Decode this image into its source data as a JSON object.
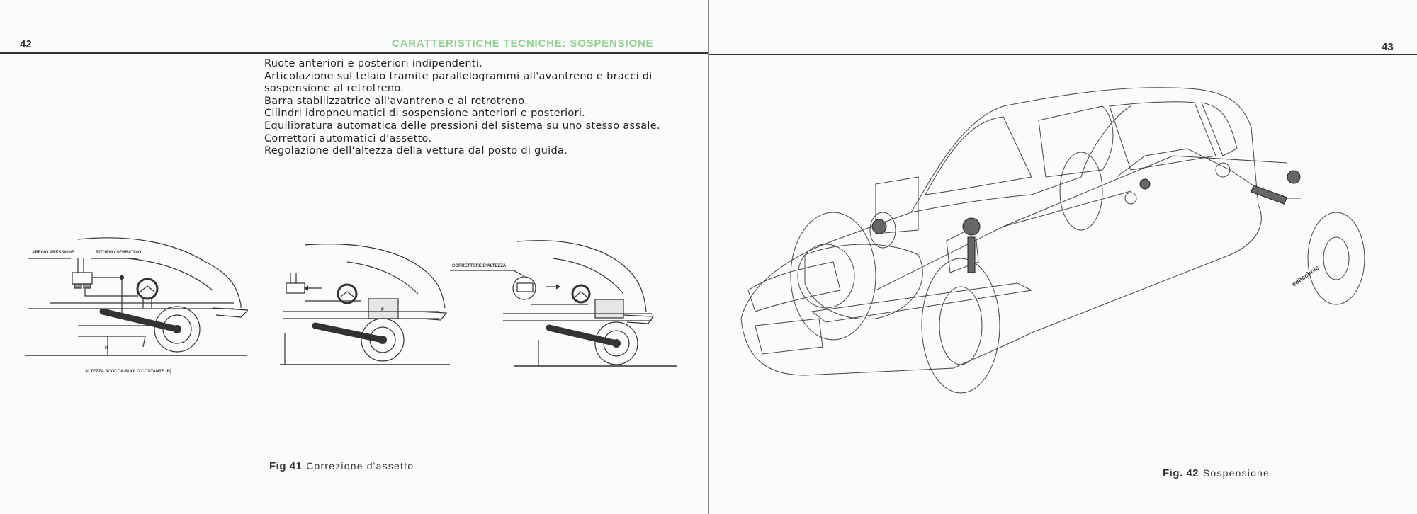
{
  "left_page": {
    "page_number": "42",
    "header_title": "CARATTERISTICHE TECNICHE: SOSPENSIONE",
    "header_color": "#8fd38f",
    "specifications": [
      "Ruote anteriori e posteriori indipendenti.",
      "Articolazione sul telaio tramite parallelogrammi all'avantreno e bracci di",
      "sospensione al retrotreno.",
      "Barra stabilizzatrice all'avantreno e al retrotreno.",
      "Cilindri idropneumatici di sospensione anteriori e posteriori.",
      "Equilibratura automatica delle pressioni del sistema su uno stesso assale.",
      "Correttori automatici d'assetto.",
      "Regolazione dell'altezza della vettura dal posto di guida."
    ],
    "diagram_labels": {
      "arrivo_pressione": "ARRIVO PRESSIONE",
      "ritorno_serbatoio": "RITORNO SERBATOIO",
      "altezza_costante": "ALTEZZA SCOCCA-SUOLO COSTANTE (H)",
      "correttore_altezza": "CORRETTORE D'ALTEZZA",
      "h_marker": "H",
      "p_marker": "P"
    },
    "figure": {
      "number": "Fig 41",
      "caption": "-Correzione d'assetto"
    }
  },
  "right_page": {
    "page_number": "43",
    "illustration_watermark": "editechnic",
    "figure": {
      "number": "Fig. 42",
      "caption": "-Sospensione"
    }
  }
}
